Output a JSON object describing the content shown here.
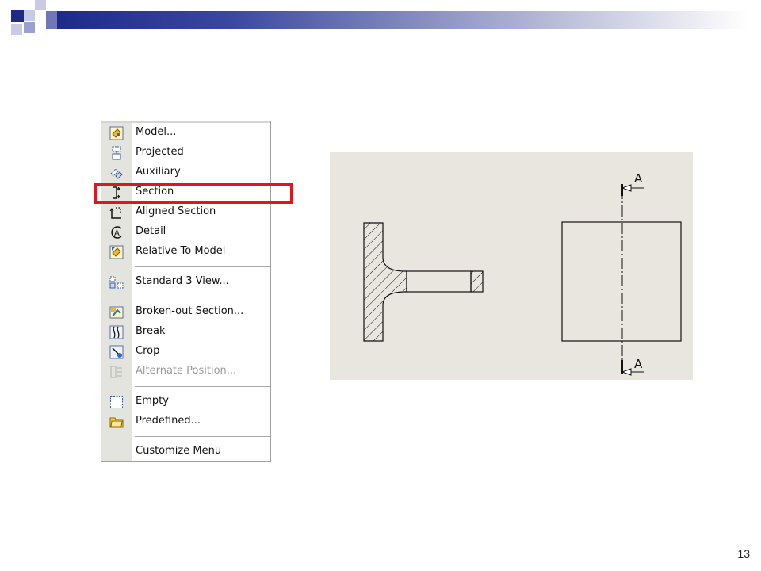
{
  "slide": {
    "page_number": "13",
    "accent_color": "#1e2a8a"
  },
  "menu": {
    "items": [
      {
        "label": "Model...",
        "icon": "model-view-icon",
        "enabled": true
      },
      {
        "label": "Projected",
        "icon": "projected-view-icon",
        "enabled": true
      },
      {
        "label": "Auxiliary",
        "icon": "auxiliary-view-icon",
        "enabled": true
      },
      {
        "label": "Section",
        "icon": "section-view-icon",
        "enabled": true,
        "highlighted": true
      },
      {
        "label": "Aligned Section",
        "icon": "aligned-section-icon",
        "enabled": true
      },
      {
        "label": "Detail",
        "icon": "detail-view-icon",
        "enabled": true
      },
      {
        "label": "Relative To Model",
        "icon": "relative-to-model-icon",
        "enabled": true
      },
      {
        "label": "Standard 3 View...",
        "icon": "standard-3-view-icon",
        "enabled": true
      },
      {
        "label": "Broken-out Section...",
        "icon": "broken-out-section-icon",
        "enabled": true
      },
      {
        "label": "Break",
        "icon": "break-icon",
        "enabled": true
      },
      {
        "label": "Crop",
        "icon": "crop-icon",
        "enabled": true
      },
      {
        "label": "Alternate Position...",
        "icon": "alternate-position-icon",
        "enabled": false
      },
      {
        "label": "Empty",
        "icon": "empty-view-icon",
        "enabled": true
      },
      {
        "label": "Predefined...",
        "icon": "predefined-view-icon",
        "enabled": true
      },
      {
        "label": "Customize Menu",
        "icon": "",
        "enabled": true
      }
    ],
    "highlight_color": "#e0161c"
  },
  "drawing": {
    "section_label_top": "A",
    "section_label_bottom": "A"
  }
}
